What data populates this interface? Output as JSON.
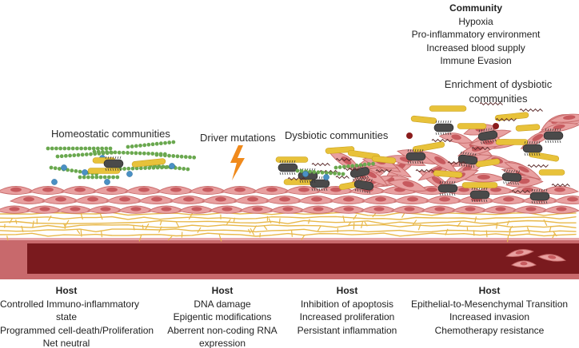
{
  "community": {
    "title": "Community",
    "items": [
      "Hypoxia",
      "Pro-inflammatory environment",
      "Increased blood supply",
      "Immune Evasion"
    ]
  },
  "stages": {
    "homeostatic": "Homeostatic communities",
    "driver": "Driver mutations",
    "dysbiotic": "Dysbiotic communities",
    "enrichment": [
      "Enrichment of  dysbiotic",
      "communities"
    ]
  },
  "host": [
    {
      "title": "Host",
      "lines": [
        "Controlled Immuno-inflammatory",
        "state",
        "Programmed cell-death/Proliferation",
        "Net neutral"
      ]
    },
    {
      "title": "Host",
      "lines": [
        "DNA damage",
        "Epigentic modifications",
        "Aberrent non-coding RNA",
        "expression"
      ]
    },
    {
      "title": "Host",
      "lines": [
        "Inhibition of apoptosis",
        "Increased proliferation",
        "Persistant inflammation"
      ]
    },
    {
      "title": "Host",
      "lines": [
        "Epithelial-to-Mesenchymal Transition",
        "Increased invasion",
        "Chemotherapy resistance"
      ]
    }
  ],
  "colors": {
    "cell_fill": "#e8a0a0",
    "cell_stroke": "#c86a6a",
    "nucleus": "#c75a5e",
    "vessel": "#7a1a1e",
    "vessel_wall": "#c8696c",
    "stroma": "#e8b84a",
    "rod_bacteria": "#e8c23a",
    "chain_bacteria": "#6aa84f",
    "coccus": "#4a90c4",
    "bacillus_dark": "#4a4a4a",
    "lightning": "#f08a1c"
  }
}
